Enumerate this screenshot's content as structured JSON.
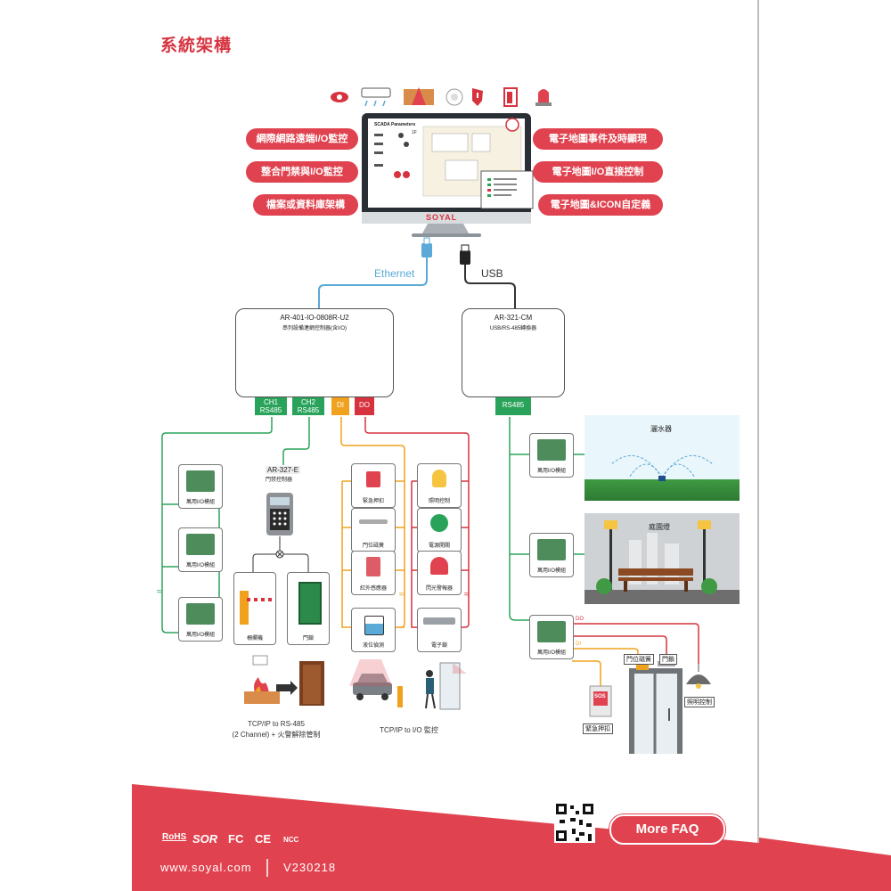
{
  "page_title": "系統架構",
  "monitor": {
    "brand": "SOYAL",
    "screen_title": "SCADA Parameters",
    "screen_floor": "1F"
  },
  "top_icons": [
    "eye-icon",
    "air-conditioner-icon",
    "fire-icon",
    "smoke-detector-icon",
    "shield-alarm-icon",
    "exit-door-icon",
    "siren-icon"
  ],
  "left_features": [
    "網際網路遠端I/O監控",
    "整合門禁與I/O監控",
    "檔案或資料庫架構"
  ],
  "right_features": [
    "電子地圖事件及時顯現",
    "電子地圖I/O直接控制",
    "電子地圖&ICON自定義"
  ],
  "links": {
    "ethernet": "Ethernet",
    "usb": "USB"
  },
  "controller": {
    "model": "AR-401-IO-0808R-U2",
    "desc": "串列設備連網控制器(含I/O)",
    "ports": [
      {
        "label1": "CH1",
        "label2": "RS485",
        "color": "#2aa35a"
      },
      {
        "label1": "CH2",
        "label2": "RS485",
        "color": "#2aa35a"
      },
      {
        "label1": "DI",
        "label2": "",
        "color": "#f0a21e"
      },
      {
        "label1": "DO",
        "label2": "",
        "color": "#d6333f"
      }
    ]
  },
  "converter": {
    "model": "AR-321-CM",
    "desc": "USB/RS-485轉換器",
    "port": "RS485"
  },
  "ch1_modules": [
    "萬用I/O模組",
    "萬用I/O模組",
    "萬用I/O模組"
  ],
  "door_controller": {
    "model": "AR-327-E",
    "desc": "門禁控制器"
  },
  "door_outputs": [
    "柵欄機",
    "門鎖"
  ],
  "di_items": [
    "緊急押扣",
    "門位磁簧",
    "紅外感應器",
    "液位偵測"
  ],
  "do_items": [
    "照明控制",
    "電源開關",
    "閃光警報器",
    "電子鎖"
  ],
  "right_modules": [
    "萬用I/O模組",
    "萬用I/O模組",
    "萬用I/O模組"
  ],
  "scenes": {
    "sprinkler": "灑水器",
    "garden": "庭園燈"
  },
  "bottom_lines": {
    "do": "DO",
    "di": "DI"
  },
  "door_devices": [
    "門位磁簧",
    "門鎖",
    "緊急押扣",
    "照明控制"
  ],
  "sos": "SOS",
  "captions": {
    "left_line1": "TCP/IP  to  RS-485",
    "left_line2": "(2 Channel) + 火警解除管制",
    "middle": "TCP/IP  to  I/O 監控"
  },
  "footer": {
    "more_faq": "More FAQ",
    "url": "www.soyal.com",
    "version": "V230218",
    "certs": [
      "RoHS",
      "SOR",
      "FC",
      "CE",
      "NCC"
    ]
  },
  "colors": {
    "accent": "#e0434f",
    "green": "#2aa35a",
    "orange": "#f0a21e",
    "red": "#d6333f",
    "blue": "#5aa9d6"
  }
}
